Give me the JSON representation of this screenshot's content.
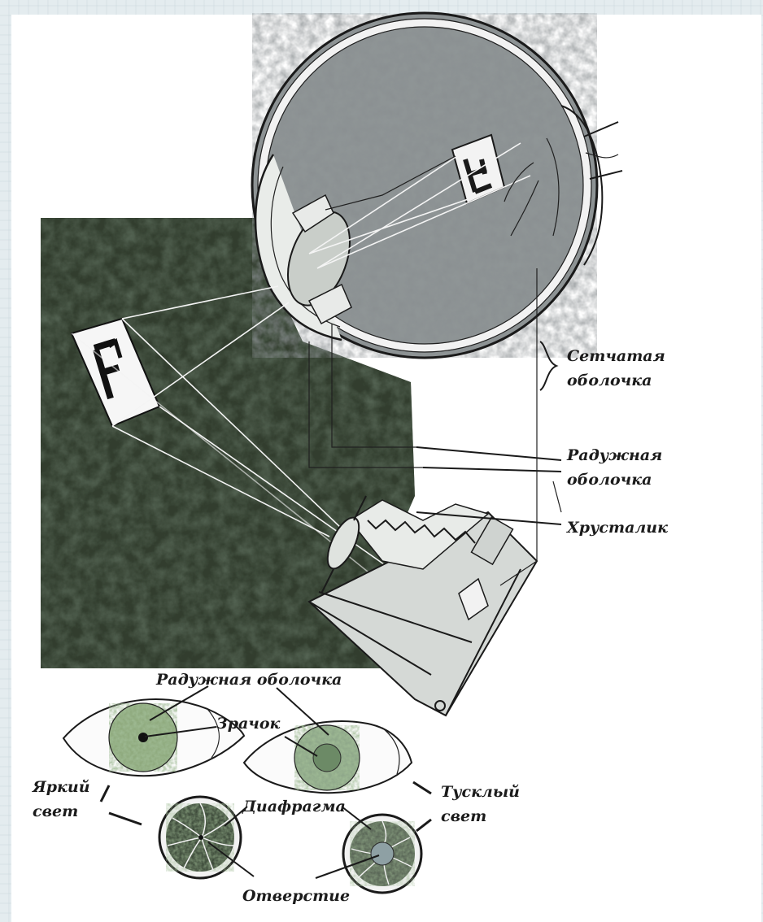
{
  "labels": {
    "retina": [
      "Сетчатая",
      "оболочка"
    ],
    "iris_right": [
      "Радужная",
      "оболочка"
    ],
    "lens": "Хрусталик",
    "iris_bottom": "Радужная оболочка",
    "pupil": "Зрачок",
    "bright_light": [
      "Яркий",
      "свет"
    ],
    "dim_light": [
      "Тусклый",
      "свет"
    ],
    "diaphragm": "Диафрагма",
    "aperture": "Отверстие"
  },
  "icons": [
    "eyeball-icon",
    "camera-icon",
    "eye-icon",
    "diaphragm-icon"
  ],
  "colors": {
    "dark_texture": "#2f3a2c",
    "ink": "#1a1a1a",
    "iris_green": "#7d9a6a",
    "page_border": "#e4ecef"
  }
}
